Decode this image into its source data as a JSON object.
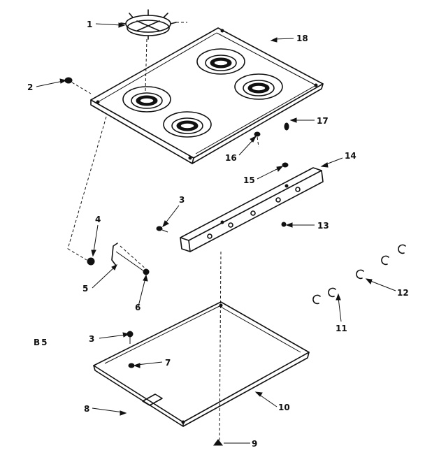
{
  "diagram": {
    "code": "B5",
    "callouts": {
      "c1": "1",
      "c2": "2",
      "c3a": "3",
      "c3b": "3",
      "c4": "4",
      "c5": "5",
      "c6": "6",
      "c7": "7",
      "c8": "8",
      "c9": "9",
      "c10": "10",
      "c11": "11",
      "c12": "12",
      "c13": "13",
      "c14": "14",
      "c15": "15",
      "c16": "16",
      "c17": "17",
      "c18": "18"
    },
    "colors": {
      "line": "#111111",
      "background": "#ffffff"
    }
  }
}
